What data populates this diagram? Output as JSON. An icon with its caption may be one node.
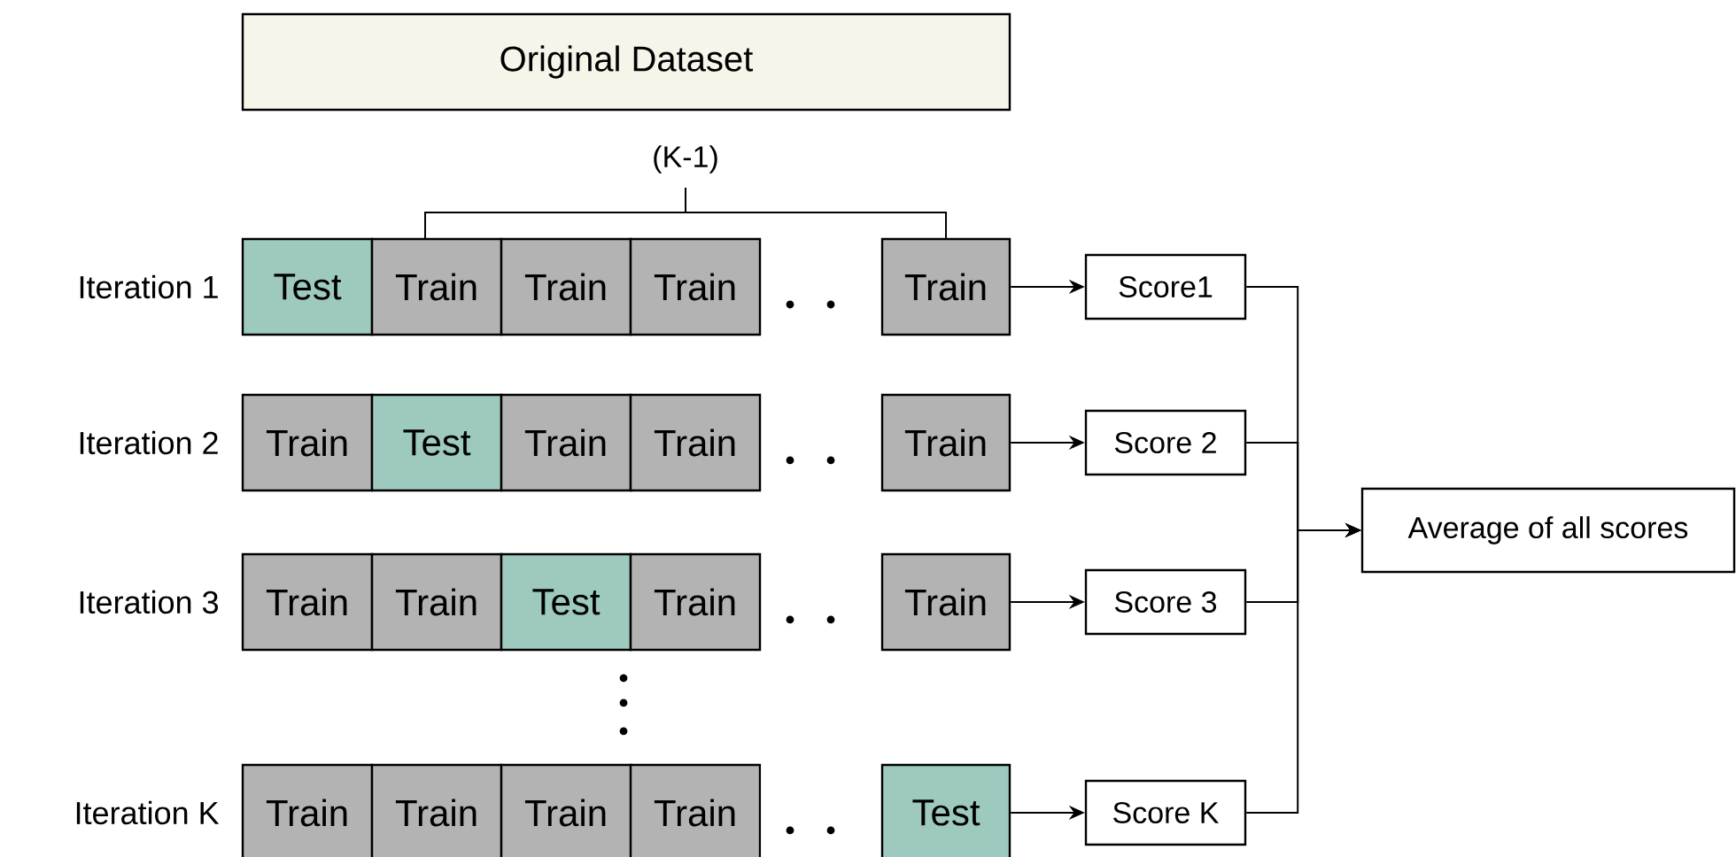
{
  "diagram": {
    "nodes": [
      {
        "text": [
          "Original Dataset"
        ]
      },
      {
        "text": [
          "Test"
        ]
      },
      {
        "text": [
          "Train"
        ]
      },
      {
        "text": [
          "Train"
        ]
      },
      {
        "text": [
          "Train"
        ]
      },
      {
        "text": [
          "Train"
        ]
      },
      {
        "text": [
          "Score1"
        ]
      },
      {
        "text": [
          "Train"
        ]
      },
      {
        "text": [
          "Test"
        ]
      },
      {
        "text": [
          "Train"
        ]
      },
      {
        "text": [
          "Train"
        ]
      },
      {
        "text": [
          "Train"
        ]
      },
      {
        "text": [
          "Score 2"
        ]
      },
      {
        "text": [
          "Train"
        ]
      },
      {
        "text": [
          "Train"
        ]
      },
      {
        "text": [
          "Test"
        ]
      },
      {
        "text": [
          "Train"
        ]
      },
      {
        "text": [
          "Train"
        ]
      },
      {
        "text": [
          "Score 3"
        ]
      },
      {
        "text": [
          "Train"
        ]
      },
      {
        "text": [
          "Train"
        ]
      },
      {
        "text": [
          "Train"
        ]
      },
      {
        "text": [
          "Train"
        ]
      },
      {
        "text": [
          "Test"
        ]
      },
      {
        "text": [
          "Score K"
        ]
      },
      {
        "text": [
          "Average of all scores"
        ]
      }
    ],
    "edges": [
      {
        "from": 5,
        "to": 6,
        "arrow": "to"
      },
      {
        "from": 11,
        "to": 12,
        "arrow": "to"
      },
      {
        "from": 17,
        "to": 18,
        "arrow": "to"
      },
      {
        "from": 23,
        "to": 24,
        "arrow": "to"
      },
      {
        "from": 6,
        "to": 25,
        "arrow": "to"
      },
      {
        "from": 12,
        "to": 25,
        "arrow": "to"
      },
      {
        "from": 18,
        "to": 25,
        "arrow": "to"
      },
      {
        "from": 24,
        "to": 25,
        "arrow": "to"
      }
    ],
    "labels": [
      "(K-1)",
      "Iteration 1",
      "Iteration 2",
      "Iteration 3",
      "Iteration K"
    ]
  }
}
